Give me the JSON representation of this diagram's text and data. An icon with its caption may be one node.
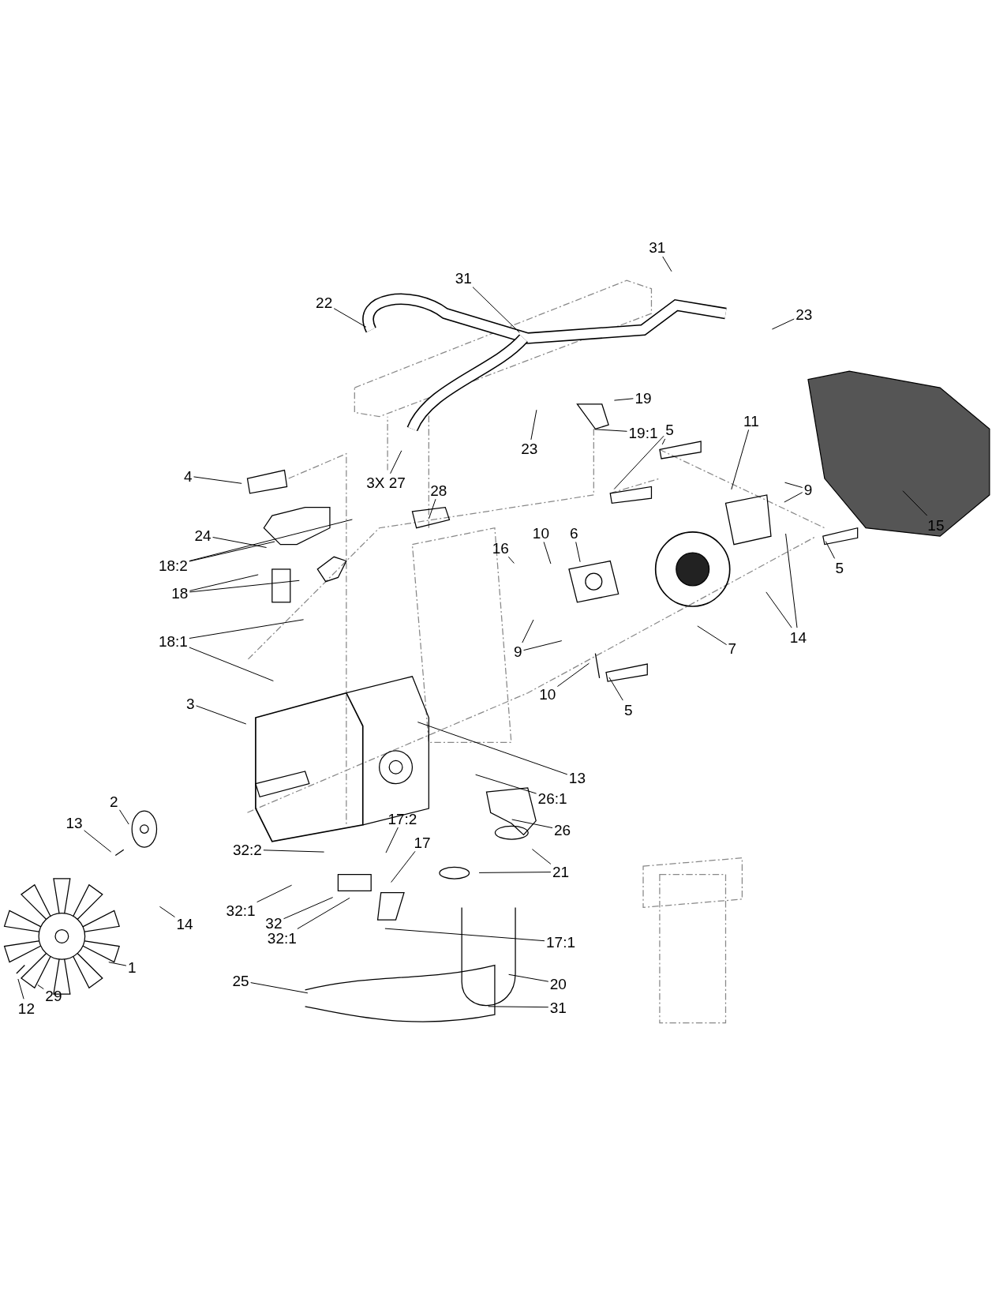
{
  "diagram": {
    "nodes": [
      {
        "text": [
          "31"
        ]
      },
      {
        "text": [
          "31"
        ]
      },
      {
        "text": [
          "22"
        ]
      },
      {
        "text": [
          "23"
        ]
      },
      {
        "text": [
          "19"
        ]
      },
      {
        "text": [
          "23"
        ]
      },
      {
        "text": [
          "19:1"
        ]
      },
      {
        "text": [
          "3X 27"
        ]
      },
      {
        "text": [
          "5"
        ]
      },
      {
        "text": [
          "11"
        ]
      },
      {
        "text": [
          "9"
        ]
      },
      {
        "text": [
          "15"
        ]
      },
      {
        "text": [
          "4"
        ]
      },
      {
        "text": [
          "28"
        ]
      },
      {
        "text": [
          "24"
        ]
      },
      {
        "text": [
          "18:2"
        ]
      },
      {
        "text": [
          "18"
        ]
      },
      {
        "text": [
          "16"
        ]
      },
      {
        "text": [
          "10"
        ]
      },
      {
        "text": [
          "6"
        ]
      },
      {
        "text": [
          "5"
        ]
      },
      {
        "text": [
          "18:1"
        ]
      },
      {
        "text": [
          "14"
        ]
      },
      {
        "text": [
          "7"
        ]
      },
      {
        "text": [
          "9"
        ]
      },
      {
        "text": [
          "10"
        ]
      },
      {
        "text": [
          "5"
        ]
      },
      {
        "text": [
          "3"
        ]
      },
      {
        "text": [
          "13"
        ]
      },
      {
        "text": [
          "26:1"
        ]
      },
      {
        "text": [
          "2"
        ]
      },
      {
        "text": [
          "26"
        ]
      },
      {
        "text": [
          "13"
        ]
      },
      {
        "text": [
          "32:2"
        ]
      },
      {
        "text": [
          "17:2"
        ]
      },
      {
        "text": [
          "17"
        ]
      },
      {
        "text": [
          "21"
        ]
      },
      {
        "text": [
          "32:1"
        ]
      },
      {
        "text": [
          "32"
        ]
      },
      {
        "text": [
          "32:1"
        ]
      },
      {
        "text": [
          "14"
        ]
      },
      {
        "text": [
          "17:1"
        ]
      },
      {
        "text": [
          "1"
        ]
      },
      {
        "text": [
          "20"
        ]
      },
      {
        "text": [
          "25"
        ]
      },
      {
        "text": [
          "31"
        ]
      },
      {
        "text": [
          "12"
        ]
      },
      {
        "text": [
          "29"
        ]
      }
    ],
    "edges": [
      {
        "from": 0,
        "to": null,
        "arrow": "none"
      },
      {
        "from": 1,
        "to": null,
        "arrow": "none"
      },
      {
        "from": 2,
        "to": null,
        "arrow": "none"
      },
      {
        "from": 3,
        "to": null,
        "arrow": "none"
      },
      {
        "from": 4,
        "to": null,
        "arrow": "none"
      },
      {
        "from": 5,
        "to": null,
        "arrow": "none"
      },
      {
        "from": 6,
        "to": null,
        "arrow": "none"
      },
      {
        "from": 7,
        "to": null,
        "arrow": "none"
      },
      {
        "from": 8,
        "to": null,
        "arrow": "none"
      },
      {
        "from": 8,
        "to": null,
        "arrow": "none"
      },
      {
        "from": 9,
        "to": null,
        "arrow": "none"
      },
      {
        "from": 10,
        "to": null,
        "arrow": "none"
      },
      {
        "from": 10,
        "to": null,
        "arrow": "none"
      },
      {
        "from": 11,
        "to": null,
        "arrow": "none"
      },
      {
        "from": 12,
        "to": null,
        "arrow": "none"
      },
      {
        "from": 13,
        "to": null,
        "arrow": "none"
      },
      {
        "from": 14,
        "to": null,
        "arrow": "none"
      },
      {
        "from": 15,
        "to": null,
        "arrow": "none"
      },
      {
        "from": 15,
        "to": null,
        "arrow": "none"
      },
      {
        "from": 16,
        "to": null,
        "arrow": "none"
      },
      {
        "from": 16,
        "to": null,
        "arrow": "none"
      },
      {
        "from": 17,
        "to": null,
        "arrow": "none"
      },
      {
        "from": 18,
        "to": null,
        "arrow": "none"
      },
      {
        "from": 19,
        "to": null,
        "arrow": "none"
      },
      {
        "from": 20,
        "to": null,
        "arrow": "none"
      },
      {
        "from": 21,
        "to": null,
        "arrow": "none"
      },
      {
        "from": 21,
        "to": null,
        "arrow": "none"
      },
      {
        "from": 22,
        "to": null,
        "arrow": "none"
      },
      {
        "from": 22,
        "to": null,
        "arrow": "none"
      },
      {
        "from": 23,
        "to": null,
        "arrow": "none"
      },
      {
        "from": 24,
        "to": null,
        "arrow": "none"
      },
      {
        "from": 24,
        "to": null,
        "arrow": "none"
      },
      {
        "from": 25,
        "to": null,
        "arrow": "none"
      },
      {
        "from": 26,
        "to": null,
        "arrow": "none"
      },
      {
        "from": 27,
        "to": null,
        "arrow": "none"
      },
      {
        "from": 28,
        "to": null,
        "arrow": "none"
      },
      {
        "from": 29,
        "to": null,
        "arrow": "none"
      },
      {
        "from": 30,
        "to": null,
        "arrow": "none"
      },
      {
        "from": 31,
        "to": null,
        "arrow": "none"
      },
      {
        "from": 32,
        "to": null,
        "arrow": "none"
      },
      {
        "from": 33,
        "to": null,
        "arrow": "none"
      },
      {
        "from": 34,
        "to": null,
        "arrow": "none"
      },
      {
        "from": 35,
        "to": null,
        "arrow": "none"
      },
      {
        "from": 36,
        "to": null,
        "arrow": "none"
      },
      {
        "from": 36,
        "to": null,
        "arrow": "none"
      },
      {
        "from": 37,
        "to": null,
        "arrow": "none"
      },
      {
        "from": 38,
        "to": null,
        "arrow": "none"
      },
      {
        "from": 39,
        "to": null,
        "arrow": "none"
      },
      {
        "from": 40,
        "to": null,
        "arrow": "none"
      },
      {
        "from": 41,
        "to": null,
        "arrow": "none"
      },
      {
        "from": 42,
        "to": null,
        "arrow": "none"
      },
      {
        "from": 43,
        "to": null,
        "arrow": "none"
      },
      {
        "from": 44,
        "to": null,
        "arrow": "none"
      },
      {
        "from": 45,
        "to": null,
        "arrow": "none"
      },
      {
        "from": 46,
        "to": null,
        "arrow": "none"
      },
      {
        "from": 47,
        "to": null,
        "arrow": "none"
      }
    ]
  }
}
